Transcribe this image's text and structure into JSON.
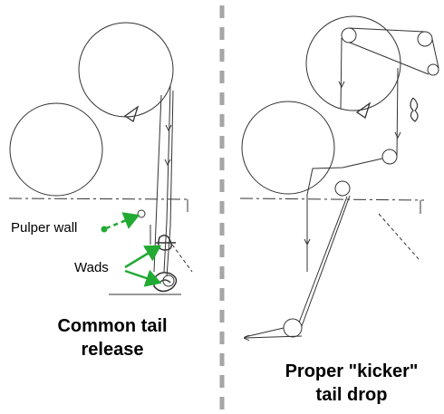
{
  "left_panel": {
    "annotations": {
      "pulper_wall": "Pulper wall",
      "wads": "Wads"
    },
    "caption": {
      "line1": "Common tail",
      "line2": "release"
    }
  },
  "right_panel": {
    "caption": {
      "line1": "Proper \"kicker\"",
      "line2": "tail drop"
    }
  },
  "colors": {
    "divider": "#a6a6a6",
    "annotation_arrow": "#22aa33",
    "drawing_line": "#333333"
  }
}
